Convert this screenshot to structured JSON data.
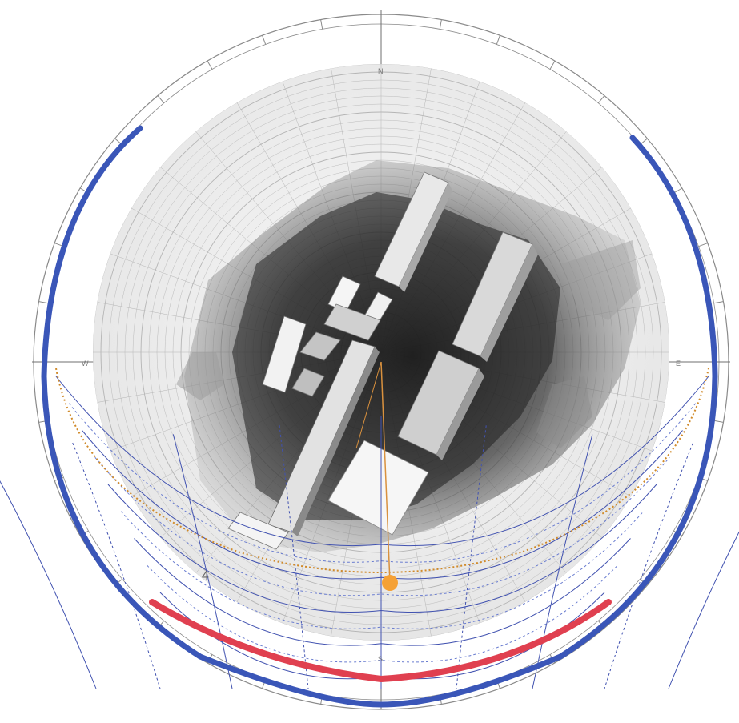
{
  "diagram": {
    "kind": "sun-path-shading-diagram",
    "compass": {
      "north": "N",
      "east": "E",
      "south": "S",
      "west": "W"
    },
    "stray_mark": "4",
    "colors": {
      "outer_ring": "#8a8a8a",
      "compass_line": "#6f6f6f",
      "dome_grid": "#b5b5b5",
      "dome_fill": "#ececec",
      "shadow_dark": "#1e1e1e",
      "block_light": "#f4f4f4",
      "block_mid": "#bdbdbd",
      "sunpath_line": "#4152b0",
      "sunpath_dotted": "#6a7dd0",
      "winter_arc": "#e04050",
      "summer_arc": "#3a56b8",
      "sun_marker": "#f5a136",
      "sun_ray": "#d9913e",
      "equinox_dotted": "#d08a2a"
    }
  }
}
